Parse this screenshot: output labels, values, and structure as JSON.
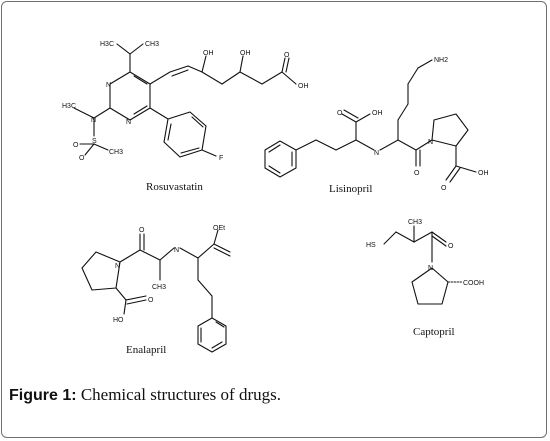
{
  "figure": {
    "label": "Figure 1:",
    "caption": " Chemical structures of drugs."
  },
  "drugs": [
    {
      "name": "Rosuvastatin"
    },
    {
      "name": "Lisinopril"
    },
    {
      "name": "Enalapril"
    },
    {
      "name": "Captopril"
    }
  ],
  "atoms": {
    "rosuvastatin": [
      "H3C",
      "CH3",
      "OH",
      "OH",
      "O",
      "OH",
      "N",
      "N",
      "H3C",
      "N",
      "O",
      "S",
      "O",
      "CH3",
      "F"
    ],
    "lisinopril": [
      "NH2",
      "O",
      "OH",
      "N",
      "N",
      "O",
      "O",
      "OH"
    ],
    "enalapril": [
      "OEt",
      "O",
      "N",
      "N",
      "CH3",
      "O",
      "HO"
    ],
    "captopril": [
      "CH3",
      "HS",
      "O",
      "N",
      "COOH"
    ]
  }
}
